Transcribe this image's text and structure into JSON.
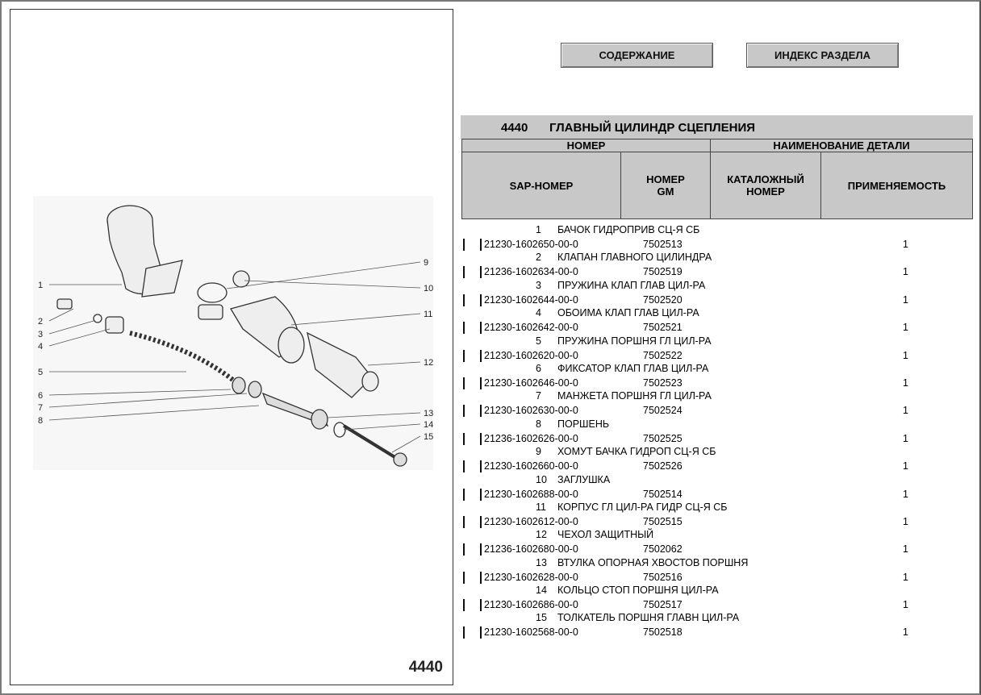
{
  "page_number": "4440",
  "buttons": {
    "contents": "СОДЕРЖАНИЕ",
    "section_index": "ИНДЕКС РАЗДЕЛА"
  },
  "section": {
    "code": "4440",
    "title": "ГЛАВНЫЙ ЦИЛИНДР СЦЕПЛЕНИЯ"
  },
  "table_header": {
    "group_number": "НОМЕР",
    "group_name": "НАИМЕНОВАНИЕ ДЕТАЛИ",
    "sap": "SAP-НОМЕР",
    "gm1": "НОМЕР",
    "gm2": "GM",
    "cat1": "КАТАЛОЖНЫЙ",
    "cat2": "НОМЕР",
    "applic": "ПРИМЕНЯЕМОСТЬ"
  },
  "callouts": [
    "1",
    "2",
    "3",
    "4",
    "5",
    "6",
    "7",
    "8",
    "9",
    "10",
    "11",
    "12",
    "13",
    "14",
    "15"
  ],
  "items": [
    {
      "num": "1",
      "name": "БАЧОК ГИДРОПРИВ СЦ-Я СБ",
      "sap": "21230-1602650-00-0",
      "cat": "7502513",
      "qty": "1"
    },
    {
      "num": "2",
      "name": "КЛАПАН ГЛАВНОГО ЦИЛИНДРА",
      "sap": "21236-1602634-00-0",
      "cat": "7502519",
      "qty": "1"
    },
    {
      "num": "3",
      "name": "ПРУЖИНА КЛАП ГЛАВ ЦИЛ-РА",
      "sap": "21230-1602644-00-0",
      "cat": "7502520",
      "qty": "1"
    },
    {
      "num": "4",
      "name": "ОБОИМА КЛАП ГЛАВ ЦИЛ-РА",
      "sap": "21230-1602642-00-0",
      "cat": "7502521",
      "qty": "1"
    },
    {
      "num": "5",
      "name": "ПРУЖИНА ПОРШНЯ ГЛ ЦИЛ-РА",
      "sap": "21230-1602620-00-0",
      "cat": "7502522",
      "qty": "1"
    },
    {
      "num": "6",
      "name": "ФИКСАТОР КЛАП ГЛАВ ЦИЛ-РА",
      "sap": "21230-1602646-00-0",
      "cat": "7502523",
      "qty": "1"
    },
    {
      "num": "7",
      "name": "МАНЖЕТА ПОРШНЯ ГЛ ЦИЛ-РА",
      "sap": "21230-1602630-00-0",
      "cat": "7502524",
      "qty": "1"
    },
    {
      "num": "8",
      "name": "ПОРШЕНЬ",
      "sap": "21236-1602626-00-0",
      "cat": "7502525",
      "qty": "1"
    },
    {
      "num": "9",
      "name": "ХОМУТ БАЧКА ГИДРОП СЦ-Я СБ",
      "sap": "21230-1602660-00-0",
      "cat": "7502526",
      "qty": "1"
    },
    {
      "num": "10",
      "name": "ЗАГЛУШКА",
      "sap": "21230-1602688-00-0",
      "cat": "7502514",
      "qty": "1"
    },
    {
      "num": "11",
      "name": "КОРПУС ГЛ ЦИЛ-РА ГИДР СЦ-Я СБ",
      "sap": "21230-1602612-00-0",
      "cat": "7502515",
      "qty": "1"
    },
    {
      "num": "12",
      "name": "ЧЕХОЛ ЗАЩИТНЫЙ",
      "sap": "21236-1602680-00-0",
      "cat": "7502062",
      "qty": "1"
    },
    {
      "num": "13",
      "name": "ВТУЛКА ОПОРНАЯ ХВОСТОВ ПОРШНЯ",
      "sap": "21230-1602628-00-0",
      "cat": "7502516",
      "qty": "1"
    },
    {
      "num": "14",
      "name": "КОЛЬЦО СТОП ПОРШНЯ ЦИЛ-РА",
      "sap": "21230-1602686-00-0",
      "cat": "7502517",
      "qty": "1"
    },
    {
      "num": "15",
      "name": "ТОЛКАТЕЛЬ ПОРШНЯ ГЛАВН ЦИЛ-РА",
      "sap": "21230-1602568-00-0",
      "cat": "7502518",
      "qty": "1"
    }
  ]
}
